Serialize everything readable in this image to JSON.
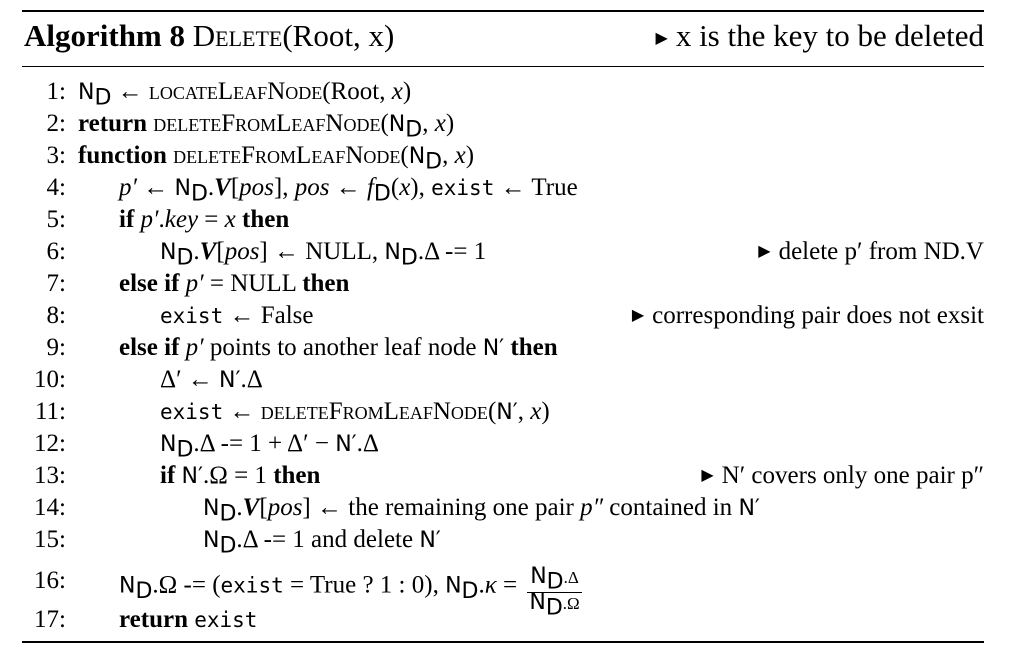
{
  "algorithm": {
    "header": {
      "title": "Algorithm 8",
      "proc_name": "Delete",
      "args": "(Root, x)",
      "comment": "x is the key to be deleted"
    },
    "lines": [
      {
        "num": "1:"
      },
      {
        "num": "2:"
      },
      {
        "num": "3:"
      },
      {
        "num": "4:"
      },
      {
        "num": "5:"
      },
      {
        "num": "6:",
        "comment": "delete p′ from ND.V"
      },
      {
        "num": "7:"
      },
      {
        "num": "8:",
        "comment": "corresponding pair does not exsit"
      },
      {
        "num": "9:"
      },
      {
        "num": "10:"
      },
      {
        "num": "11:"
      },
      {
        "num": "12:"
      },
      {
        "num": "13:",
        "comment": "N′ covers only one pair p″"
      },
      {
        "num": "14:"
      },
      {
        "num": "15:"
      },
      {
        "num": "16:"
      },
      {
        "num": "17:"
      }
    ],
    "tokens": {
      "nd": "N",
      "d": "D",
      "larr": "←",
      "x": "x",
      "root_comma": "Root, ",
      "locate": "locateLeafNode",
      "delete_leaf": "deleteFromLeafNode",
      "kw_return": "return",
      "kw_function": "function",
      "kw_if": "if",
      "kw_then": "then",
      "kw_else_if": "else if",
      "p_prime": "p′",
      "v": "V",
      "pos": "pos",
      "f": "f",
      "exist": "exist",
      "true": "True",
      "false": "False",
      "null": "NULL",
      "key": "key",
      "delta": "Δ",
      "delta_prime": "Δ′",
      "n_prime": "N′",
      "omega": "Ω",
      "kappa": "κ",
      "p_dprime": "p″",
      "minus_eq_1": " -= 1",
      "minus_eq_1_plus": " -= 1 + ",
      "minus": " − ",
      "eq_1": " = 1",
      "eq_null": " = NULL ",
      "eq_x": " = ",
      "points_to": " points to another leaf node ",
      "remaining": " the remaining one pair ",
      "contained_in": " contained in ",
      "and_delete": " -= 1 and delete ",
      "minus_eq_open": " -= (",
      "eq_true_q": " = True ? 1 : 0), "
    }
  }
}
